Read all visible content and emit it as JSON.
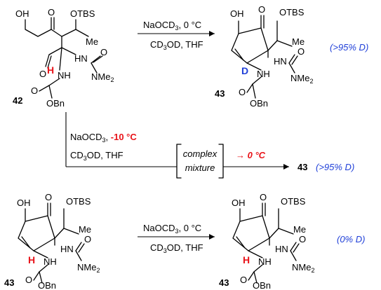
{
  "labels": {
    "OH": "OH",
    "O": "O",
    "OTBS": "OTBS",
    "Me": "Me",
    "HN": "HN",
    "NH": "NH",
    "NMe": "NMe",
    "sub2": "2",
    "OBn": "OBn",
    "H": "H",
    "D": "D",
    "sub3": "3"
  },
  "compounds": {
    "start": "42",
    "product": "43"
  },
  "reaction1": {
    "cond1_pre": "NaOCD",
    "cond1_post": ", 0 °C",
    "cond2_pre": "CD",
    "cond2_mid": "OD",
    "cond2_post": ", THF",
    "result": "(>95% D)"
  },
  "reaction2": {
    "cond1_pre": "NaOCD",
    "cond1_mid": ", ",
    "cond1_red": "-10 °C",
    "cond2_pre": "CD",
    "cond2_mid": "OD",
    "cond2_post": ", THF",
    "intermediate_line1": "complex",
    "intermediate_line2": "mixture",
    "step2": "→ 0 °C",
    "result": "(>95% D)"
  },
  "reaction3": {
    "cond1_pre": "NaOCD",
    "cond1_post": ", 0 °C",
    "cond2_pre": "CD",
    "cond2_mid": "OD",
    "cond2_post": ", THF",
    "result": "(0% D)"
  },
  "colors": {
    "red": "#e8141a",
    "blue": "#1f3fd8",
    "black": "#000000"
  }
}
